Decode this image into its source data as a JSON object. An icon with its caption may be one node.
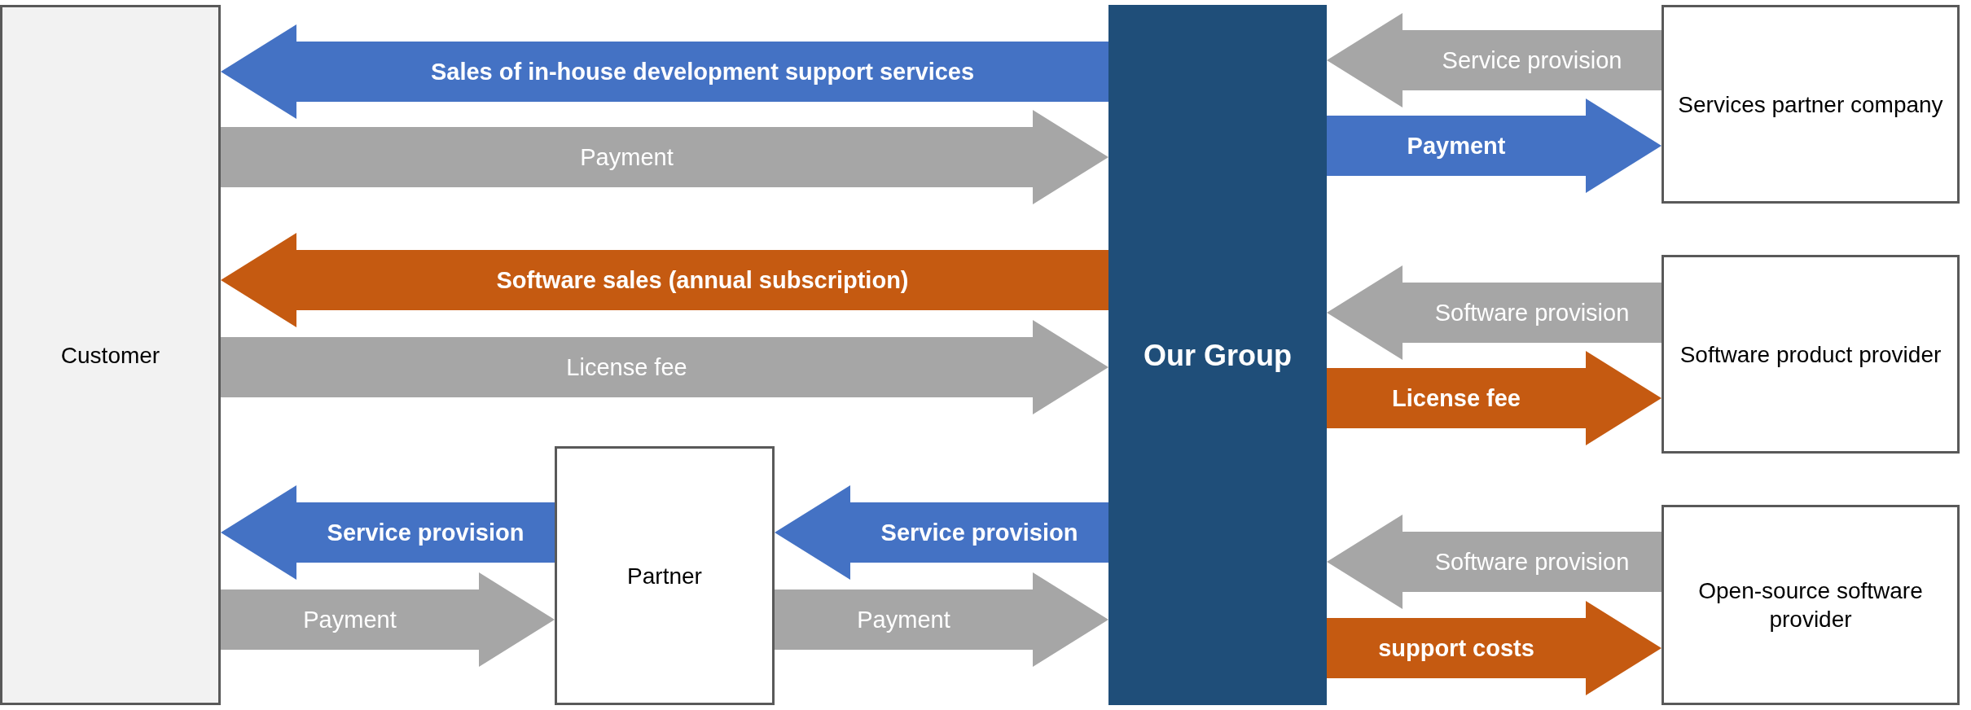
{
  "diagram": {
    "nodes": [
      {
        "text": [
          "Customer"
        ]
      },
      {
        "text": [
          "Partner"
        ]
      },
      {
        "text": [
          "Our Group"
        ]
      },
      {
        "text": [
          "Services partner company"
        ]
      },
      {
        "text": [
          "Software product provider"
        ]
      },
      {
        "text": [
          "Open-source software provider"
        ]
      }
    ],
    "edges": [
      {
        "from": 2,
        "to": 0,
        "arrow": "to",
        "label": "Sales of in-house development support services",
        "color": "#4472c4"
      },
      {
        "from": 0,
        "to": 2,
        "arrow": "to",
        "label": "Payment"
      },
      {
        "from": 2,
        "to": 0,
        "arrow": "to",
        "label": "Software sales (annual subscription)",
        "color": "#c55a11"
      },
      {
        "from": 0,
        "to": 2,
        "arrow": "to",
        "label": "License fee"
      },
      {
        "from": 1,
        "to": 0,
        "arrow": "to",
        "label": "Service provision",
        "color": "#4472c4"
      },
      {
        "from": 0,
        "to": 1,
        "arrow": "to",
        "label": "Payment"
      },
      {
        "from": 2,
        "to": 1,
        "arrow": "to",
        "label": "Service provision",
        "color": "#4472c4"
      },
      {
        "from": 1,
        "to": 2,
        "arrow": "to",
        "label": "Payment"
      },
      {
        "from": 3,
        "to": 2,
        "arrow": "to",
        "label": "Service provision"
      },
      {
        "from": 2,
        "to": 3,
        "arrow": "to",
        "label": "Payment",
        "color": "#4472c4"
      },
      {
        "from": 4,
        "to": 2,
        "arrow": "to",
        "label": "Software provision"
      },
      {
        "from": 2,
        "to": 4,
        "arrow": "to",
        "label": "License fee",
        "color": "#c55a11"
      },
      {
        "from": 5,
        "to": 2,
        "arrow": "to",
        "label": "Software provision"
      },
      {
        "from": 2,
        "to": 5,
        "arrow": "to",
        "label": "support costs",
        "color": "#c55a11"
      }
    ]
  }
}
